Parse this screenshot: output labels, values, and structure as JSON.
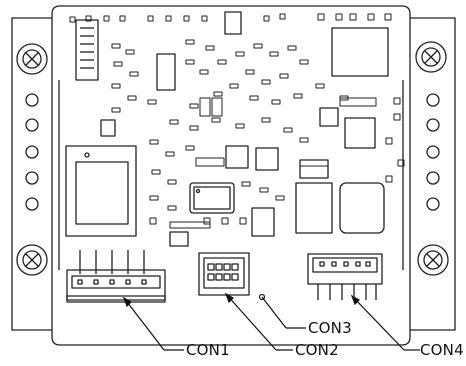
{
  "connector_labels": {
    "con1": "CON1",
    "con2": "CON2",
    "con3": "CON3",
    "con4": "CON4"
  },
  "colors": {
    "line": "#111111",
    "background": "#ffffff"
  }
}
